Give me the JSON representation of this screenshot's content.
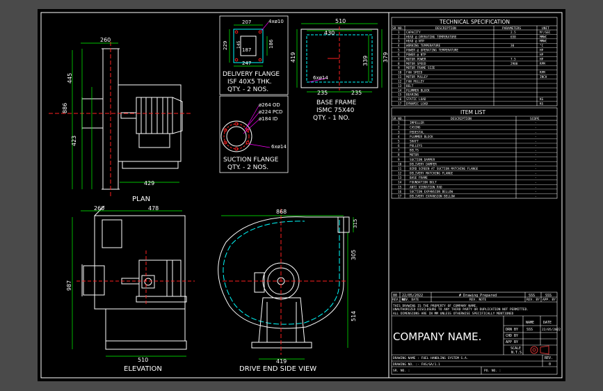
{
  "background_color": "#4a4a4a",
  "sheet_color": "#000000",
  "line_color": "#ffffff",
  "accent_colors": {
    "dimension": "#00ff00",
    "center": "#ff2020",
    "hidden": "#ffff00",
    "casing": "#00ffff",
    "leader": "#ff00ff"
  },
  "plan": {
    "title": "PLAN",
    "dims": {
      "top_width": "260",
      "height_a": "445",
      "height_b": "886",
      "height_c": "423",
      "bottom_width": "429"
    }
  },
  "delivery_flange": {
    "dims": {
      "top": "207",
      "hole": "4xø10",
      "inner": "187",
      "left": "229",
      "left_inner": "145",
      "right": "186",
      "bottom": "247"
    },
    "lines": [
      "DELIVERY FLANGE",
      "ISF 40X5 THK.",
      "QTY. - 2 NOS."
    ]
  },
  "suction_flange": {
    "dims": {
      "od": "ø264 OD",
      "pcd": "ø224 PCD",
      "id": "ø184 ID",
      "holes": "6xø14"
    },
    "lines": [
      "SUCTION FLANGE",
      "QTY. - 2 NOS."
    ]
  },
  "base_frame": {
    "dims": {
      "top": "510",
      "inner_top": "430",
      "left": "419",
      "right_inner": "339",
      "right": "379",
      "hole": "6xø14",
      "bottom_a": "235",
      "bottom_b": "235"
    },
    "lines": [
      "BASE FRAME",
      "ISMC 75X40",
      "QTY. - 1 NO."
    ]
  },
  "elevation": {
    "title": "ELEVATION",
    "dims": {
      "top_a": "260",
      "top_b": "478",
      "height": "987",
      "bottom": "510"
    }
  },
  "drive_end": {
    "title": "DRIVE END SIDE VIEW",
    "dims": {
      "top": "868",
      "outlet": "315",
      "upper": "305",
      "lower": "514",
      "bottom": "419"
    }
  },
  "tech_spec": {
    "title": "TECHNICAL SPECIFICATION",
    "headers": [
      "SR NO.",
      "DESCRIPTION",
      "PARAMETERS",
      "UNIT"
    ],
    "rows": [
      [
        "1",
        "CAPACITY",
        "2.5",
        "M³/SEC"
      ],
      [
        "2",
        "HEAD @ OPERATING TEMPERATURE",
        "650",
        "MMWC"
      ],
      [
        "3",
        "HEAD @ NTP",
        "",
        "MMWC"
      ],
      [
        "4",
        "WORKING TEMPERATURE",
        "30",
        "°C"
      ],
      [
        "5",
        "POWER @ OPERATING TEMPERATURE",
        "",
        "HP"
      ],
      [
        "6",
        "POWER @ NTP",
        "",
        "HP"
      ],
      [
        "7",
        "MOTOR POWER",
        "7.5",
        "HP"
      ],
      [
        "8",
        "MOTOR SPEED",
        "2900",
        "RPM"
      ],
      [
        "9",
        "MOTOR FRAME SIZE",
        "",
        ""
      ],
      [
        "10",
        "FAN SPEED",
        "",
        "RPM"
      ],
      [
        "11",
        "MOTOR PULLEY",
        "",
        "INCH"
      ],
      [
        "12",
        "FAN PULLEY",
        "",
        ""
      ],
      [
        "13",
        "BELT",
        "",
        ""
      ],
      [
        "14",
        "PLUMMER BLOCK",
        "",
        ""
      ],
      [
        "15",
        "BEARING",
        "",
        ""
      ],
      [
        "16",
        "STATIC LOAD",
        "",
        "KG"
      ],
      [
        "17",
        "DYNAMIC LOAD",
        "",
        "KG"
      ]
    ]
  },
  "item_list": {
    "title": "ITEM LIST",
    "headers": [
      "SR NO.",
      "DESCRIPTION",
      "SCOPE"
    ],
    "rows": [
      [
        "1",
        "IMPELLER",
        "-"
      ],
      [
        "2",
        "CASING",
        "-"
      ],
      [
        "3",
        "PEDESTAL",
        "-"
      ],
      [
        "4",
        "PLUMMER BLOCK",
        "-"
      ],
      [
        "5",
        "SHAFT",
        "-"
      ],
      [
        "6",
        "PULLEYS",
        "-"
      ],
      [
        "7",
        "BELTS",
        "-"
      ],
      [
        "8",
        "MOTOR",
        "-"
      ],
      [
        "9",
        "SUCTION DAMPER",
        "-"
      ],
      [
        "10",
        "DELIVERY DAMPER",
        "-"
      ],
      [
        "11",
        "BIRD SCREEN AT SUCTION MATCHING FLANGE",
        "-"
      ],
      [
        "12",
        "DELIVERY MATCHING FLANGE",
        "-"
      ],
      [
        "13",
        "BASE FRAME",
        "-"
      ],
      [
        "14",
        "FOUNDATION BOLT",
        "-"
      ],
      [
        "15",
        "ANTI VIBRATION PAD",
        "-"
      ],
      [
        "16",
        "SUCTION EXPANSION BELLOW",
        "-"
      ],
      [
        "17",
        "DELIVERY EXPANSION BELLOW",
        "-"
      ]
    ]
  },
  "title_block": {
    "rev_row": [
      "00",
      "22/05/2022",
      "# Drawing Prepared",
      "",
      "",
      "SSS",
      "SSS"
    ],
    "rev_headers": [
      "REV. NO.",
      "REV. DATE",
      "REV. NOTE",
      "REV. BY",
      "APP. BY"
    ],
    "notice_1": "THIS DRAWING IS THE PROPERTY OF COMPANY NAME.",
    "notice_2": "UNAUTHORIZED DISCLOSURE TO ANY THIRD PARTY OR DUPLICATION NOT PERMITTED.",
    "notice_3": "ALL DIMENSIONS ARE IN MM UNLESS OTHERWISE SPECIFICALLY MENTIONED",
    "company": "COMPANY NAME.",
    "name_label": "NAME",
    "date_label": "DATE",
    "drn_by": "DRN BY",
    "drn_name": "SSS",
    "drn_date": "22/05/2022",
    "chd_by": "CHD BY",
    "app_by": "APP BY",
    "scale_label": "SCALE",
    "scale_value": "N.T.S.",
    "drawing_name": "DRAWING NAME : FUEL HANDLING SYSTEM S.A.",
    "drawing_no": "DRAWING NO. :- FHS/GA/1.1",
    "rev_label": "REV.",
    "rev_value": "0",
    "sr_no": "SR. NO. :",
    "po_no": "PO. NO. :"
  }
}
